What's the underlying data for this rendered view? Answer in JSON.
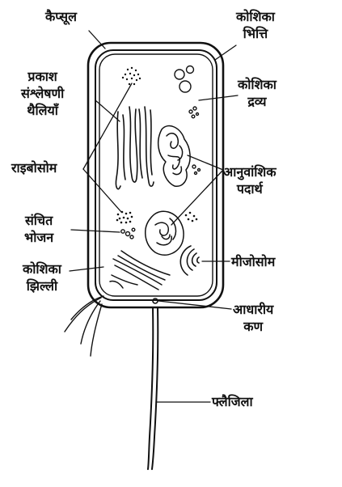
{
  "labels": {
    "capsule": "कैप्सूल",
    "cell_wall_1": "कोशिका",
    "cell_wall_2": "भित्ति",
    "photosynthetic_1": "प्रकाश",
    "photosynthetic_2": "संश्लेषणी",
    "photosynthetic_3": "थैलियाँ",
    "cytoplasm_1": "कोशिका",
    "cytoplasm_2": "द्रव्य",
    "ribosome": "राइबोसोम",
    "genetic_1": "आनुवांशिक",
    "genetic_2": "पदार्थ",
    "stored_food_1": "संचित",
    "stored_food_2": "भोजन",
    "membrane_1": "कोशिका",
    "membrane_2": "झिल्ली",
    "mesosome": "मीजोसोम",
    "basal_1": "आधारीय",
    "basal_2": "कण",
    "flagellum": "फ्लैजिला"
  },
  "colors": {
    "ink": "#111111",
    "background": "#ffffff"
  }
}
